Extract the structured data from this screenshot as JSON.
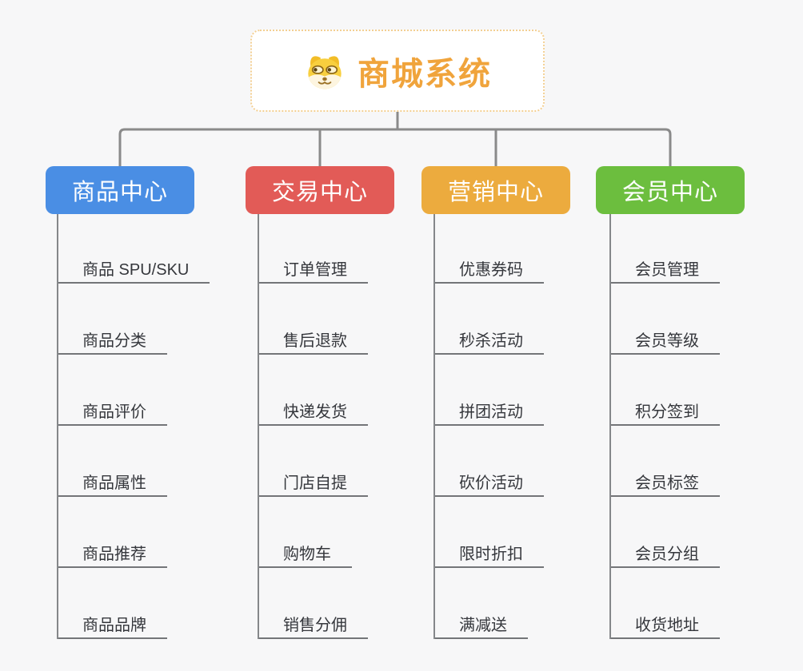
{
  "canvas": {
    "background": "#f7f7f8",
    "connector_color": "#8a8a8a"
  },
  "root": {
    "title": "商城系统",
    "icon": "dog-face-icon",
    "text_color": "#f0a43c",
    "border_color": "#f3cf92"
  },
  "branches": [
    {
      "label": "商品中心",
      "color": "#4a8ee4",
      "items": [
        "商品 SPU/SKU",
        "商品分类",
        "商品评价",
        "商品属性",
        "商品推荐",
        "商品品牌"
      ]
    },
    {
      "label": "交易中心",
      "color": "#e25b57",
      "items": [
        "订单管理",
        "售后退款",
        "快递发货",
        "门店自提",
        "购物车",
        "销售分佣"
      ]
    },
    {
      "label": "营销中心",
      "color": "#ecab3e",
      "items": [
        "优惠券码",
        "秒杀活动",
        "拼团活动",
        "砍价活动",
        "限时折扣",
        "满减送"
      ]
    },
    {
      "label": "会员中心",
      "color": "#6cbe3e",
      "items": [
        "会员管理",
        "会员等级",
        "积分签到",
        "会员标签",
        "会员分组",
        "收货地址"
      ]
    }
  ]
}
